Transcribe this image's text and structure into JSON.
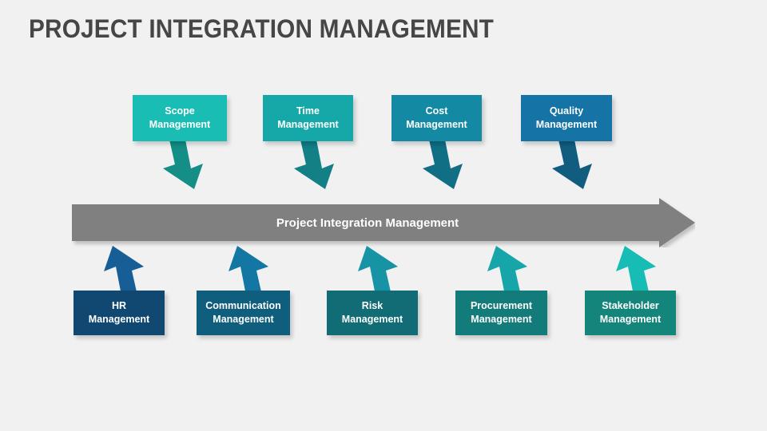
{
  "slide": {
    "title": "PROJECT INTEGRATION MANAGEMENT",
    "background_color": "#f1f1f1",
    "title_color": "#464646"
  },
  "banner": {
    "label": "Project Integration Management",
    "color": "#808080",
    "text_color": "#ffffff"
  },
  "top_boxes": [
    {
      "line1": "Scope",
      "line2": "Management",
      "color": "#1ABDB4",
      "arrow_color": "#148E86"
    },
    {
      "line1": "Time",
      "line2": "Management",
      "color": "#16A8A8",
      "arrow_color": "#137F87"
    },
    {
      "line1": "Cost",
      "line2": "Management",
      "color": "#1389A3",
      "arrow_color": "#106E85"
    },
    {
      "line1": "Quality",
      "line2": "Management",
      "color": "#1573A5",
      "arrow_color": "#115D80"
    }
  ],
  "bottom_boxes": [
    {
      "line1": "HR",
      "line2": "Management",
      "color": "#104871",
      "arrow_color": "#165E95"
    },
    {
      "line1": "Communication",
      "line2": "Management",
      "color": "#0F5E7E",
      "arrow_color": "#1477A3"
    },
    {
      "line1": "Risk",
      "line2": "Management",
      "color": "#116C76",
      "arrow_color": "#1694A6"
    },
    {
      "line1": "Procurement",
      "line2": "Management",
      "color": "#137B79",
      "arrow_color": "#16A6AA"
    },
    {
      "line1": "Stakeholder",
      "line2": "Management",
      "color": "#14857B",
      "arrow_color": "#17BDB4"
    }
  ]
}
